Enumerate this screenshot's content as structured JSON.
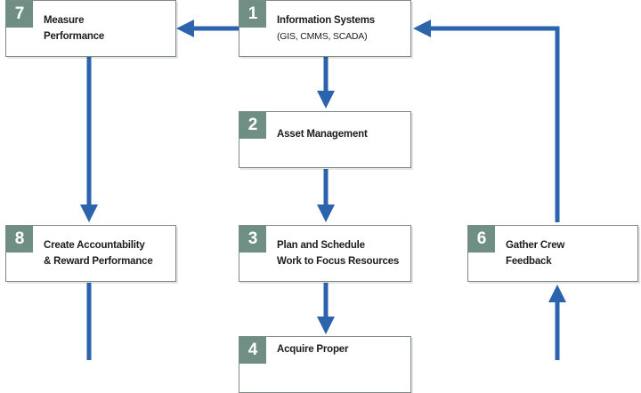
{
  "colors": {
    "arrow": "#2b63ad",
    "badge": "#6f8f85",
    "border": "#7c8c84"
  },
  "steps": {
    "s1": {
      "number": "1",
      "line1": "Information Systems",
      "line2": "(GIS, CMMS, SCADA)"
    },
    "s2": {
      "number": "2",
      "line1": "Asset Management"
    },
    "s3": {
      "number": "3",
      "line1": "Plan and Schedule",
      "line2": "Work to Focus Resources"
    },
    "s4": {
      "number": "4",
      "line1": "Acquire Proper"
    },
    "s6": {
      "number": "6",
      "line1": "Gather Crew",
      "line2": "Feedback"
    },
    "s7": {
      "number": "7",
      "line1": "Measure",
      "line2": "Performance"
    },
    "s8": {
      "number": "8",
      "line1": "Create Accountability",
      "line2": "& Reward Performance"
    }
  }
}
